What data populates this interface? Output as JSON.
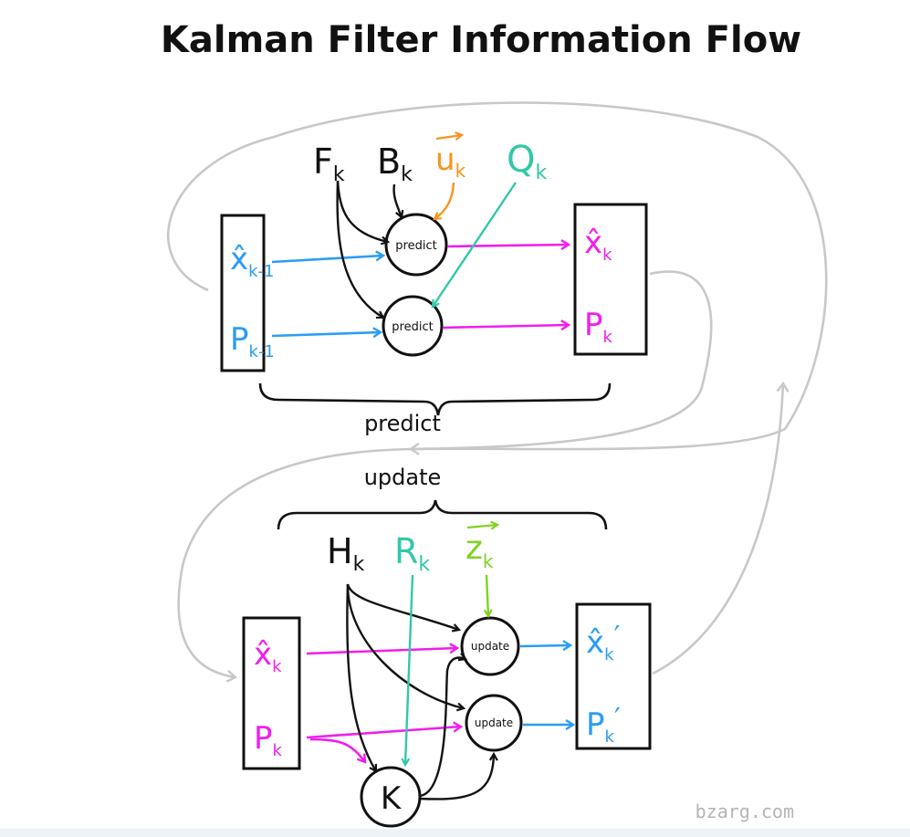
{
  "title": "Kalman Filter Information Flow",
  "credit": "bzarg.com",
  "colors": {
    "ink": "#111111",
    "input_blue": "#2a9df4",
    "predicted_magenta": "#f01eef",
    "control_orange": "#f7941d",
    "process_noise_teal": "#33c7a8",
    "measurement_green": "#7ed321",
    "loop_gray": "#c8c8c8"
  },
  "predict_stage": {
    "brace_label": "predict",
    "inputs": [
      {
        "base": "x̂",
        "sub": "k-1"
      },
      {
        "base": "P",
        "sub": "k-1"
      }
    ],
    "outputs": [
      {
        "base": "x̂",
        "sub": "k"
      },
      {
        "base": "P",
        "sub": "k"
      }
    ],
    "params": [
      {
        "base": "F",
        "sub": "k"
      },
      {
        "base": "B",
        "sub": "k"
      },
      {
        "base": "u",
        "sub": "k"
      },
      {
        "base": "Q",
        "sub": "k"
      }
    ],
    "nodes": [
      "predict",
      "predict"
    ]
  },
  "update_stage": {
    "brace_label": "update",
    "inputs": [
      {
        "base": "x̂",
        "sub": "k"
      },
      {
        "base": "P",
        "sub": "k"
      }
    ],
    "outputs": [
      {
        "base": "x̂",
        "sub": "k",
        "mark": "′"
      },
      {
        "base": "P",
        "sub": "k",
        "mark": "′"
      }
    ],
    "params": [
      {
        "base": "H",
        "sub": "k"
      },
      {
        "base": "R",
        "sub": "k"
      },
      {
        "base": "z",
        "sub": "k"
      }
    ],
    "nodes": [
      "update",
      "update"
    ],
    "gain_node": "K"
  }
}
